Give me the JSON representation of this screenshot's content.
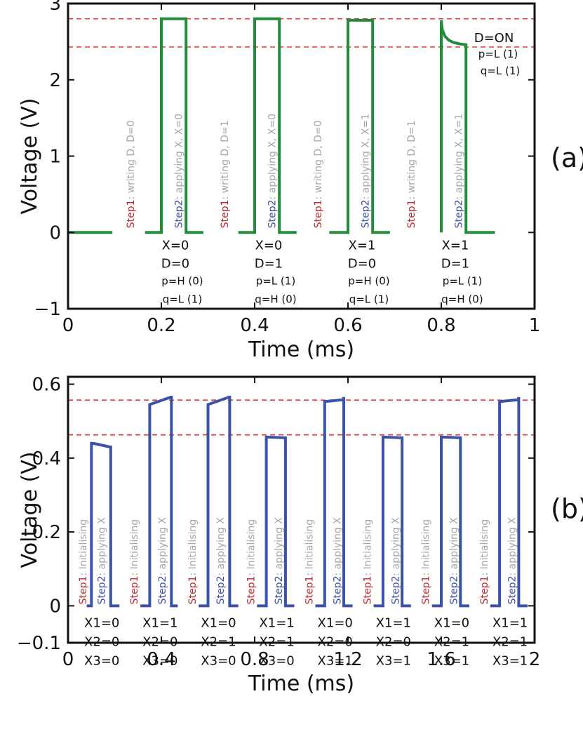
{
  "chart_data": [
    {
      "type": "line",
      "panel_label": "(a)",
      "xlabel": "Time (ms)",
      "ylabel": "Voltage (V)",
      "xlim": [
        0,
        1
      ],
      "ylim": [
        -1,
        3
      ],
      "xticks": [
        0,
        0.2,
        0.4,
        0.6,
        0.8,
        1
      ],
      "xtick_labels": [
        "0",
        "0.2",
        "0.4",
        "0.6",
        "0.8",
        "1"
      ],
      "yticks": [
        -1,
        0,
        1,
        2,
        3
      ],
      "ytick_labels": [
        "−1",
        "0",
        "1",
        "2",
        "3"
      ],
      "grid": false,
      "line_color": "#228b3c",
      "reference_color": "#e8383a",
      "reference_lines": [
        2.8,
        2.43
      ],
      "series": [
        {
          "segments": [
            {
              "x": [
                0,
                0.095
              ],
              "y": [
                0,
                0
              ]
            },
            {
              "x": [
                0.165,
                0.2,
                0.2,
                0.253,
                0.253,
                0.29
              ],
              "y": [
                0,
                0,
                2.8,
                2.8,
                0,
                0
              ]
            },
            {
              "x": [
                0.365,
                0.4,
                0.4,
                0.453,
                0.453,
                0.49
              ],
              "y": [
                0,
                0,
                2.8,
                2.8,
                0,
                0
              ]
            },
            {
              "x": [
                0.56,
                0.6,
                0.6,
                0.653,
                0.653,
                0.69
              ],
              "y": [
                0,
                0,
                2.78,
                2.78,
                0,
                0
              ]
            },
            {
              "x": [
                0.8,
                0.8,
                0.802,
                0.808,
                0.816,
                0.826,
                0.84,
                0.853,
                0.853,
                0.915
              ],
              "y": [
                0,
                2.78,
                2.66,
                2.57,
                2.52,
                2.49,
                2.47,
                2.46,
                0,
                0
              ]
            }
          ]
        }
      ],
      "step_labels": [
        {
          "x": 0.132,
          "prefix": "Step1",
          "prefix_color": "#c0272d",
          "suffix": ": writing D, D=0",
          "suffix_color": "#a6a6a6"
        },
        {
          "x": 0.235,
          "prefix": "Step2",
          "prefix_color": "#3a4fa3",
          "suffix": ": applying X, X=0",
          "suffix_color": "#a6a6a6"
        },
        {
          "x": 0.334,
          "prefix": "Step1",
          "prefix_color": "#c0272d",
          "suffix": ": writing D, D=1",
          "suffix_color": "#a6a6a6"
        },
        {
          "x": 0.435,
          "prefix": "Step2",
          "prefix_color": "#3a4fa3",
          "suffix": ": applying X, X=0",
          "suffix_color": "#a6a6a6"
        },
        {
          "x": 0.534,
          "prefix": "Step1",
          "prefix_color": "#c0272d",
          "suffix": ": writing D, D=0",
          "suffix_color": "#a6a6a6"
        },
        {
          "x": 0.635,
          "prefix": "Step2",
          "prefix_color": "#3a4fa3",
          "suffix": ": applying X, X=1",
          "suffix_color": "#a6a6a6"
        },
        {
          "x": 0.734,
          "prefix": "Step1",
          "prefix_color": "#c0272d",
          "suffix": ": writing D, D=1",
          "suffix_color": "#a6a6a6"
        },
        {
          "x": 0.835,
          "prefix": "Step2",
          "prefix_color": "#3a4fa3",
          "suffix": ": applying X, X=1",
          "suffix_color": "#a6a6a6"
        }
      ],
      "case_labels": [
        {
          "x": 0.23,
          "lines": [
            "X=0",
            "D=0",
            "p=H (0)",
            "q=L  (1)"
          ]
        },
        {
          "x": 0.43,
          "lines": [
            "X=0",
            "D=1",
            "p=L  (1)",
            "q=H (0)"
          ]
        },
        {
          "x": 0.63,
          "lines": [
            "X=1",
            "D=0",
            "p=H (0)",
            "q=L  (1)"
          ]
        },
        {
          "x": 0.83,
          "lines": [
            "X=1",
            "D=1",
            "p=L  (1)",
            "q=H (0)"
          ]
        }
      ],
      "annotations": [
        {
          "text": "D=ON",
          "color": "#111111"
        },
        {
          "text": "p=L  (1)",
          "color": "#111111"
        },
        {
          "text": "q=L  (1)",
          "color": "#8aa620"
        }
      ]
    },
    {
      "type": "line",
      "panel_label": "(b)",
      "xlabel": "Time (ms)",
      "ylabel": "Voltage (V)",
      "xlim": [
        0,
        2
      ],
      "ylim": [
        -0.1,
        0.62
      ],
      "xticks": [
        0,
        0.4,
        0.8,
        1.2,
        1.6,
        2
      ],
      "xtick_labels": [
        "0",
        "0.4",
        "0.8",
        "1.2",
        "1.6",
        "2"
      ],
      "yticks": [
        -0.1,
        0,
        0.2,
        0.4,
        0.6
      ],
      "ytick_labels": [
        "−0.1",
        "0",
        "0.2",
        "0.4",
        "0.6"
      ],
      "grid": false,
      "line_color": "#3a52a8",
      "reference_color": "#e8383a",
      "reference_lines": [
        0.557,
        0.463
      ],
      "series": [
        {
          "segments": [
            {
              "x": [
                0.08,
                0.1,
                0.1,
                0.108,
                0.18,
                0.183,
                0.183,
                0.22
              ],
              "y": [
                0,
                0,
                0.44,
                0.44,
                0.43,
                0.43,
                0,
                0
              ]
            },
            {
              "x": [
                0.31,
                0.35,
                0.35,
                0.44,
                0.443,
                0.443,
                0.47
              ],
              "y": [
                0,
                0,
                0.545,
                0.565,
                0.565,
                0,
                0
              ]
            },
            {
              "x": [
                0.56,
                0.6,
                0.6,
                0.69,
                0.693,
                0.693,
                0.73
              ],
              "y": [
                0,
                0,
                0.545,
                0.565,
                0.565,
                0,
                0
              ]
            },
            {
              "x": [
                0.81,
                0.85,
                0.85,
                0.932,
                0.932,
                0.97
              ],
              "y": [
                0,
                0,
                0.457,
                0.455,
                0,
                0
              ]
            },
            {
              "x": [
                1.06,
                1.1,
                1.1,
                1.18,
                1.182,
                1.182,
                1.22
              ],
              "y": [
                0,
                0,
                0.553,
                0.558,
                0.565,
                0,
                0
              ]
            },
            {
              "x": [
                1.31,
                1.35,
                1.35,
                1.432,
                1.432,
                1.47
              ],
              "y": [
                0,
                0,
                0.457,
                0.455,
                0,
                0
              ]
            },
            {
              "x": [
                1.56,
                1.6,
                1.6,
                1.682,
                1.682,
                1.72
              ],
              "y": [
                0,
                0,
                0.457,
                0.455,
                0,
                0
              ]
            },
            {
              "x": [
                1.81,
                1.85,
                1.85,
                1.93,
                1.932,
                1.932,
                1.97
              ],
              "y": [
                0,
                0,
                0.553,
                0.558,
                0.565,
                0,
                0
              ]
            }
          ]
        }
      ],
      "step_labels": [
        {
          "x": 0.06,
          "prefix": "Step1",
          "prefix_color": "#c0272d",
          "suffix": ": Initialising",
          "suffix_color": "#a6a6a6"
        },
        {
          "x": 0.14,
          "prefix": "Step2",
          "prefix_color": "#3a4fa3",
          "suffix": ": applying X",
          "suffix_color": "#a6a6a6"
        },
        {
          "x": 0.28,
          "prefix": "Step1",
          "prefix_color": "#c0272d",
          "suffix": ": Initialising",
          "suffix_color": "#a6a6a6"
        },
        {
          "x": 0.4,
          "prefix": "Step2",
          "prefix_color": "#3a4fa3",
          "suffix": ": applying X",
          "suffix_color": "#a6a6a6"
        },
        {
          "x": 0.53,
          "prefix": "Step1",
          "prefix_color": "#c0272d",
          "suffix": ": Initialising",
          "suffix_color": "#a6a6a6"
        },
        {
          "x": 0.65,
          "prefix": "Step2",
          "prefix_color": "#3a4fa3",
          "suffix": ": applying X",
          "suffix_color": "#a6a6a6"
        },
        {
          "x": 0.78,
          "prefix": "Step1",
          "prefix_color": "#c0272d",
          "suffix": ": Initialising",
          "suffix_color": "#a6a6a6"
        },
        {
          "x": 0.9,
          "prefix": "Step2",
          "prefix_color": "#3a4fa3",
          "suffix": ": applying X",
          "suffix_color": "#a6a6a6"
        },
        {
          "x": 1.03,
          "prefix": "Step1",
          "prefix_color": "#c0272d",
          "suffix": ": Initialising",
          "suffix_color": "#a6a6a6"
        },
        {
          "x": 1.15,
          "prefix": "Step2",
          "prefix_color": "#3a4fa3",
          "suffix": ": applying X",
          "suffix_color": "#a6a6a6"
        },
        {
          "x": 1.28,
          "prefix": "Step1",
          "prefix_color": "#c0272d",
          "suffix": ": Initialising",
          "suffix_color": "#a6a6a6"
        },
        {
          "x": 1.4,
          "prefix": "Step2",
          "prefix_color": "#3a4fa3",
          "suffix": ": applying X",
          "suffix_color": "#a6a6a6"
        },
        {
          "x": 1.53,
          "prefix": "Step1",
          "prefix_color": "#c0272d",
          "suffix": ": Initialising",
          "suffix_color": "#a6a6a6"
        },
        {
          "x": 1.65,
          "prefix": "Step2",
          "prefix_color": "#3a4fa3",
          "suffix": ": applying X",
          "suffix_color": "#a6a6a6"
        },
        {
          "x": 1.78,
          "prefix": "Step1",
          "prefix_color": "#c0272d",
          "suffix": ": Initialising",
          "suffix_color": "#a6a6a6"
        },
        {
          "x": 1.9,
          "prefix": "Step2",
          "prefix_color": "#3a4fa3",
          "suffix": ": applying X",
          "suffix_color": "#a6a6a6"
        }
      ],
      "case_labels": [
        {
          "x": 0.145,
          "lines": [
            "X1=0",
            "X2=0",
            "X3=0"
          ]
        },
        {
          "x": 0.395,
          "lines": [
            "X1=1",
            "X2=0",
            "X3=0"
          ]
        },
        {
          "x": 0.645,
          "lines": [
            "X1=0",
            "X2=1",
            "X3=0"
          ]
        },
        {
          "x": 0.895,
          "lines": [
            "X1=1",
            "X2=1",
            "X3=0"
          ]
        },
        {
          "x": 1.145,
          "lines": [
            "X1=0",
            "X2=0",
            "X3=1"
          ]
        },
        {
          "x": 1.395,
          "lines": [
            "X1=1",
            "X2=0",
            "X3=1"
          ]
        },
        {
          "x": 1.645,
          "lines": [
            "X1=0",
            "X2=1",
            "X3=1"
          ]
        },
        {
          "x": 1.895,
          "lines": [
            "X1=1",
            "X2=1",
            "X3=1"
          ]
        }
      ]
    }
  ]
}
